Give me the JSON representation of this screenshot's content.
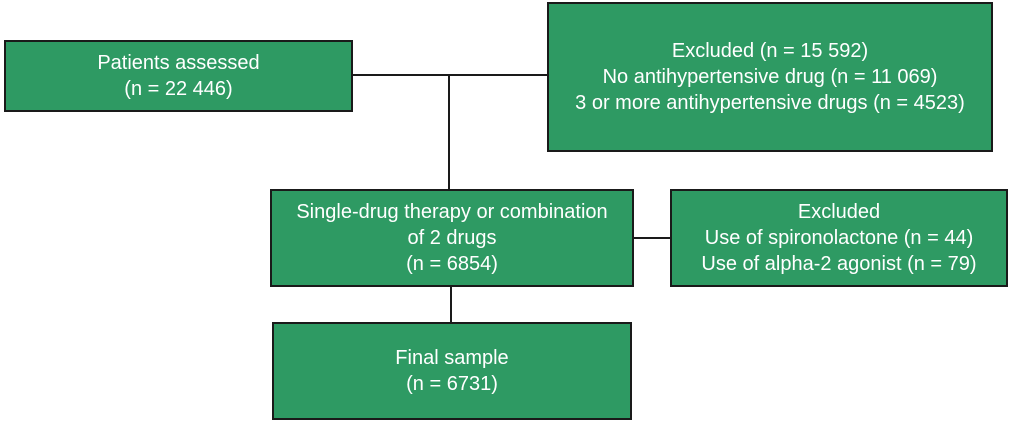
{
  "colors": {
    "box_fill": "#2e9a63",
    "box_border": "#1a1a1a",
    "box_text": "#ffffff",
    "connector": "#1a1a1a"
  },
  "boxes": {
    "assessed": {
      "lines": [
        "Patients assessed",
        "(n = 22 446)"
      ]
    },
    "excluded_first": {
      "lines": [
        "Excluded (n = 15 592)",
        "No antihypertensive drug (n = 11 069)",
        "3 or more antihypertensive drugs (n = 4523)"
      ]
    },
    "therapy": {
      "lines": [
        "Single-drug therapy or combination",
        "of 2 drugs",
        "(n = 6854)"
      ]
    },
    "excluded_second": {
      "lines": [
        "Excluded",
        "Use of spironolactone (n = 44)",
        "Use of alpha-2 agonist (n = 79)"
      ]
    },
    "final": {
      "lines": [
        "Final sample",
        "(n = 6731)"
      ]
    }
  }
}
